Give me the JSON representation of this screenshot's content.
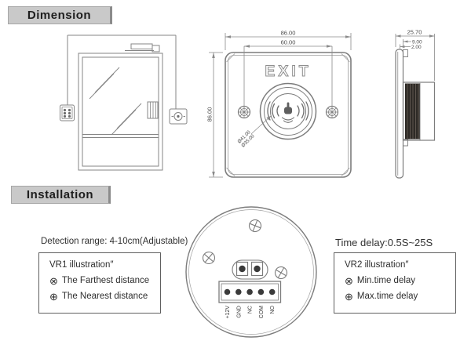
{
  "headers": {
    "dimension": "Dimension",
    "installation": "Installation"
  },
  "front_view": {
    "exit_label": "EXIT",
    "dim_width_outer": "86.00",
    "dim_width_inner": "60.00",
    "dim_height": "86.00",
    "dim_circle_outer": "Ø41.00",
    "dim_circle_inner": "Ø35.00"
  },
  "side_view": {
    "dim_depth": "25.70",
    "dim_flange": "9.00",
    "dim_plate": "2.00"
  },
  "installation": {
    "detection_range": "Detection range: 4-10cm(Adjustable)",
    "time_delay": "Time delay:0.5S~25S",
    "vr1": {
      "title": "VR1 illustration″",
      "items": [
        {
          "symbol": "⊗",
          "label": "The Farthest distance"
        },
        {
          "symbol": "⊕",
          "label": "The Nearest distance"
        }
      ]
    },
    "vr2": {
      "title": "VR2 illustration″",
      "items": [
        {
          "symbol": "⊗",
          "label": "Min.time delay"
        },
        {
          "symbol": "⊕",
          "label": "Max.time delay"
        }
      ]
    },
    "terminals": [
      "+12V",
      "GND",
      "NC",
      "COM",
      "NO"
    ]
  },
  "colors": {
    "line": "#808080",
    "dim_line": "#8a8a8a",
    "text_dark": "#303030",
    "header_bg": "#c9c9c9",
    "body_dark": "#2e2a26"
  }
}
